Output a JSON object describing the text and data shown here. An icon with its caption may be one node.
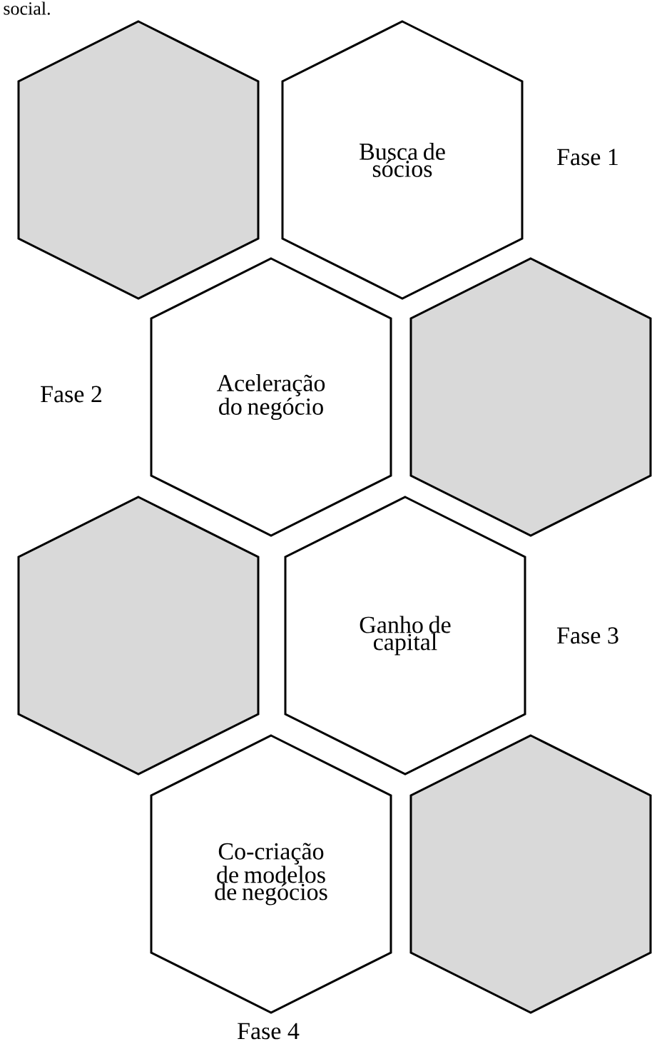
{
  "diagram": {
    "nodes": [
      {
        "text": [],
        "shape": "hexagon"
      },
      {
        "text": [
          "Busca de sócios"
        ],
        "beside": [
          "Fase 1"
        ]
      },
      {
        "text": [
          "Aceleração do negócio"
        ],
        "beside": [
          "Fase 2"
        ]
      },
      {
        "text": [],
        "shape": "hexagon"
      },
      {
        "text": [],
        "shape": "hexagon"
      },
      {
        "text": [
          "Ganho de capital"
        ],
        "beside": [
          "Fase 3"
        ]
      },
      {
        "text": [
          "Co-criação de modelos de negócios"
        ],
        "beside": [
          "Fase 4"
        ]
      },
      {
        "text": [],
        "shape": "hexagon"
      }
    ],
    "edges": [],
    "labels": [
      "social."
    ]
  }
}
